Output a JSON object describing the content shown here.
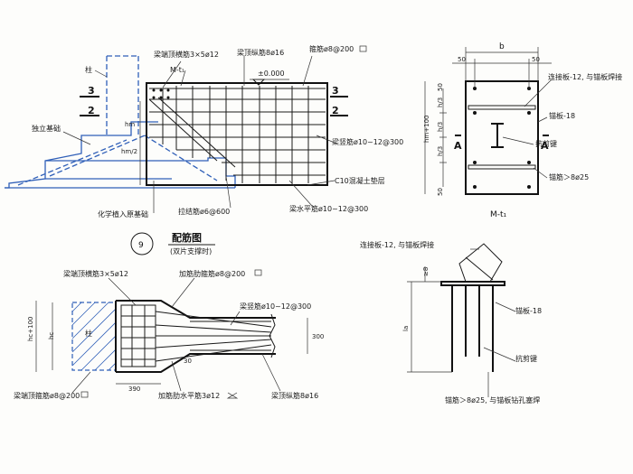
{
  "top_left": {
    "label_column": "柱",
    "label_3": "3",
    "label_2": "2",
    "label_3_right": "3",
    "label_2_right": "2",
    "label_foundation": "独立基础",
    "label_chem_anchor": "化学植入原基础",
    "label_hm": "hm",
    "label_hm_lower": "hm/2",
    "label_top_stirrup": "梁端顶横筋3×5ø12",
    "label_top_long": "梁顶纵筋8ø16",
    "label_stirrup": "箍筋ø8@200",
    "label_elevation": "±0.000",
    "label_mt1": "M-t₁",
    "label_vertical": "梁竖筋ø10~12@300",
    "label_c10": "C10混凝土垫层",
    "label_horizontal": "梁水平筋ø10~12@300",
    "label_tie": "拉结筋ø6@600"
  },
  "title_block": {
    "number": "9",
    "title": "配筋图",
    "subtitle": "(双片支撑时)"
  },
  "bottom_left": {
    "label_top_stirrup": "梁端顶横筋3×5ø12",
    "label_add_stirrup": "加筋肋箍筋ø8@200",
    "label_column": "柱",
    "label_vertical": "梁竖筋ø10~12@300",
    "label_300": "300",
    "label_390": "390",
    "label_30": "30",
    "label_hc100": "hc+100",
    "label_hc": "hc",
    "label_end_stirrup": "梁端顶箍筋ø8@200",
    "label_add_horizontal": "加筋肋水平筋3ø12",
    "label_top_long": "梁顶纵筋8ø16"
  },
  "top_right": {
    "label_b": "b",
    "label_50a": "50",
    "label_50b": "50",
    "label_plate": "连接板-12, 与锚板焊接",
    "label_anchor_plate": "锚板-18",
    "label_shear_key": "抗剪键",
    "label_anchor_bar": "锚筋＞8ø25",
    "label_hm100": "hm+100",
    "label_h3a": "h/3",
    "label_h3b": "h/3",
    "label_h3c": "h/3",
    "label_50c": "50",
    "label_50d": "50",
    "label_A1": "A",
    "label_A2": "A",
    "title": "M-t₁"
  },
  "bottom_right": {
    "label_plate": "连接板-12, 与锚板焊接",
    "label_ge8": "≥8",
    "label_anchor_plate": "锚板-18",
    "label_la": "la",
    "label_shear_key": "抗剪键",
    "label_anchor_bar": "锚筋＞8ø25, 与锚板钻孔塞焊"
  }
}
